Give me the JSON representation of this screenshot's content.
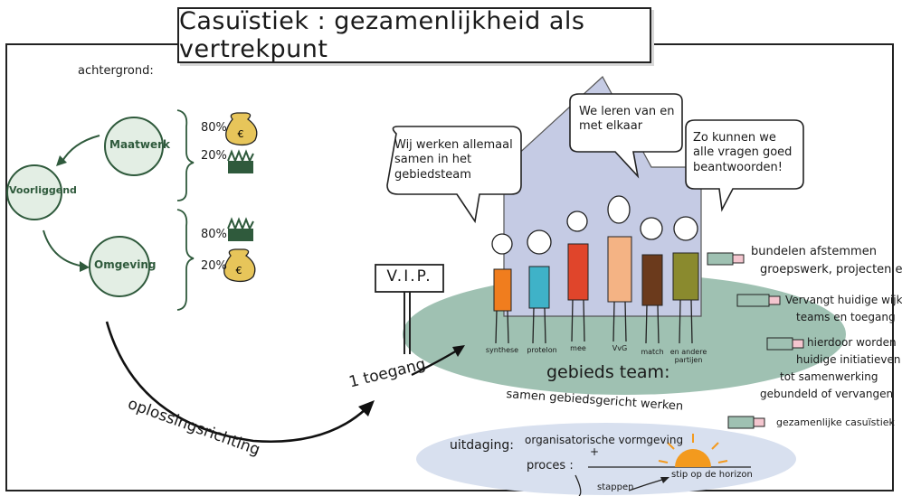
{
  "title": "Casuïstiek : gezamenlijkheid als vertrekpunt",
  "background_label": "achtergrond:",
  "circles": {
    "maatwerk": "Maatwerk",
    "voorliggend": "Voorliggend",
    "omgeving": "Omgeving"
  },
  "percentages": {
    "top_1": "80%",
    "top_2": "20%",
    "bottom_1": "80%",
    "bottom_2": "20%"
  },
  "arrow_oplossing": "oplossingsrichting",
  "toegang": "1 toegang",
  "vip_sign": "V.I.P.",
  "bubbles": {
    "left": "Wij werken allemaal samen in het gebiedsteam",
    "middle": "We leren van en met elkaar",
    "right": "Zo kunnen we alle vragen goed beantwoorden!"
  },
  "people_labels": [
    "synthese",
    "protelon",
    "mee",
    "VvG",
    "match",
    "en andere partijen"
  ],
  "gebiedsteam": "gebieds team:",
  "gebiedsteam_sub": "samen gebiedsgericht werken",
  "right_notes": {
    "note1_line1": "bundelen afstemmen",
    "note1_line2": "groepswerk, projecten etc.",
    "note2_line1": "Vervangt huidige wijk-",
    "note2_line2": "teams en toegang",
    "note3_line1": "hierdoor worden",
    "note3_line2": "huidige initiatieven",
    "note3_line3": "tot samenwerking",
    "note3_line4": "gebundeld of vervangen",
    "note4": "gezamenlijke casuïstiek"
  },
  "challenge": {
    "label": "uitdaging:",
    "item": "organisatorische vormgeving",
    "plus": "+",
    "proces": "proces :",
    "horizon": "stip op de horizon",
    "stappen": "stappen"
  },
  "colors": {
    "ellipse_green": "#9fc1b2",
    "house_blue": "#c5cbe4",
    "challenge_blue": "#d8e0ef",
    "circle_fill": "#e3eee4",
    "circle_stroke": "#2f5a3c",
    "orange": "#f07d1e",
    "cyan": "#3fb2c8",
    "red": "#e0452b",
    "peach": "#f4b384",
    "brown": "#6b3a1c",
    "olive": "#8a8a2e",
    "sun": "#f39a1e",
    "gold": "#e7c55a"
  }
}
